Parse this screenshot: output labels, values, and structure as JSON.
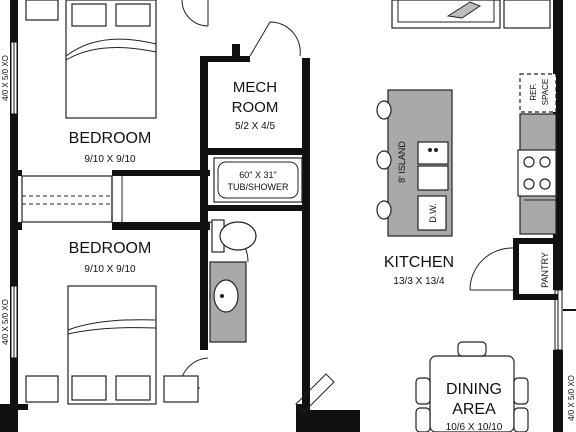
{
  "rooms": {
    "bedroom_top": {
      "name": "BEDROOM",
      "dims": "9/10 X 9/10"
    },
    "bedroom_bottom": {
      "name": "BEDROOM",
      "dims": "9/10 X 9/10"
    },
    "mech_room": {
      "name_line1": "MECH",
      "name_line2": "ROOM",
      "dims": "5/2 X 4/5"
    },
    "kitchen": {
      "name": "KITCHEN",
      "dims": "13/3 X 13/4"
    },
    "dining": {
      "name_line1": "DINING",
      "name_line2": "AREA",
      "dims": "10/6 X 10/10"
    }
  },
  "fixtures": {
    "tub_size": "60\" X 31\"",
    "tub_label": "TUB/SHOWER",
    "island_label": "8' ISLAND",
    "dishwasher_label": "D.W.",
    "ref_label": "REF.",
    "ref_space_label": "SPACE",
    "pantry_label": "PANTRY"
  },
  "windows": {
    "left_top": "4/0 X 5/0 XO",
    "left_bottom": "4/0 X 5/0 XO",
    "right_bottom": "4/0 X 5/0 XO"
  }
}
